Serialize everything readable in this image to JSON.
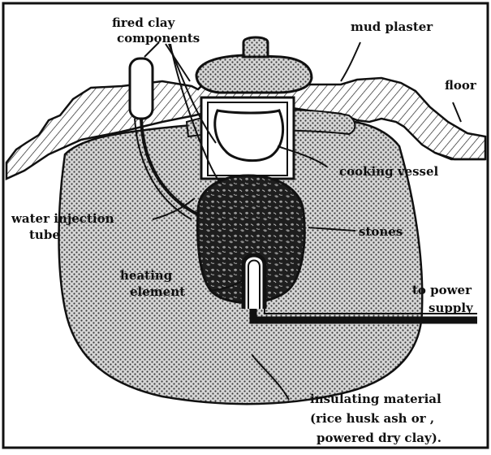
{
  "diagram": {
    "labels": {
      "fired_clay_line1": "fired clay",
      "fired_clay_line2": "components",
      "mud_plaster": "mud plaster",
      "floor": "floor",
      "cooking_vessel": "cooking vessel",
      "water_injection_line1": "water injection",
      "water_injection_line2": "tube",
      "stones": "stones",
      "heating_line1": "heating",
      "heating_line2": "element",
      "power_line1": "to power",
      "power_line2": "supply",
      "insulating_line1": "insulating material",
      "insulating_line2": "(rice husk ash or ,",
      "insulating_line3": "powered dry clay)."
    }
  }
}
